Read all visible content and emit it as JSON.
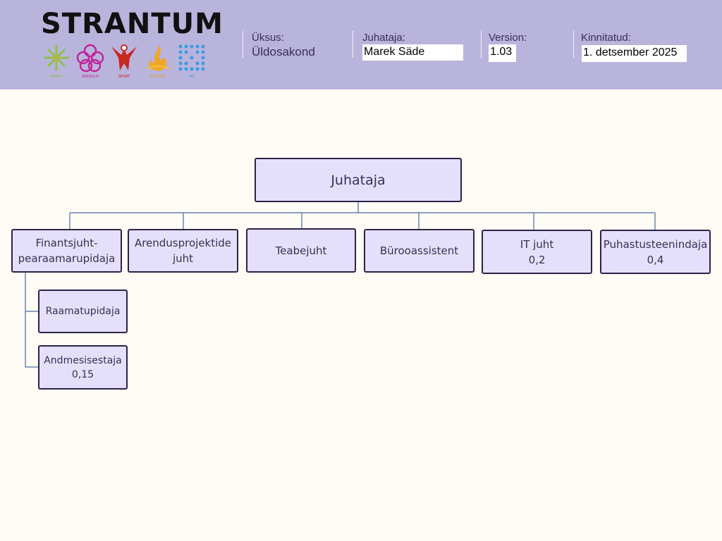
{
  "header": {
    "brand": "STRANTUM",
    "logos": [
      {
        "icon": "green-cross-icon",
        "caption": "VAIMUS",
        "color": "#8fc04a"
      },
      {
        "icon": "magenta-flower-icon",
        "caption": "ARENGUS",
        "color": "#c0269a"
      },
      {
        "icon": "red-figure-icon",
        "caption": "SPORT",
        "color": "#c8281e"
      },
      {
        "icon": "orange-flame-icon",
        "caption": "KULTUUR",
        "color": "#f2a626"
      },
      {
        "icon": "blue-dots-icon",
        "caption": "IKS",
        "color": "#3c9be0"
      }
    ],
    "unit_label": "Üksus:",
    "unit_value": "Üldosakond",
    "manager_label": "Juhataja:",
    "manager_value": "Marek Säde",
    "version_label": "Version:",
    "version_value": "1.03",
    "approved_label": "Kinnitatud:",
    "approved_value": "1. detsember 2025"
  },
  "org": {
    "root": "Juhataja",
    "children": [
      "Finantsjuht-\npearaamarupidaja",
      "Arendusprojektide\njuht",
      "Teabejuht",
      "Bürooassistent",
      "IT juht\n0,2",
      "Puhastusteenindaja\n0,4"
    ],
    "sub_children": [
      "Raamatupidaja",
      "Andmesisestaja\n0,15"
    ]
  },
  "colors": {
    "header_bg": "#b9b4dc",
    "node_fill": "#e4e0fb",
    "node_border": "#2d2248",
    "connector": "#4a6aa0",
    "page_bg": "#fffbf5"
  }
}
